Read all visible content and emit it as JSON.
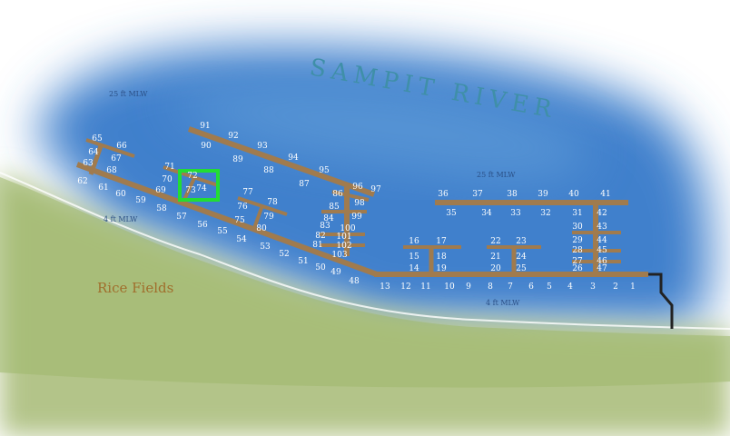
{
  "map": {
    "river_label": "SAMPIT RIVER",
    "depth_labels": {
      "upper_left": "25 ft MLW",
      "upper_right": "25 ft MLW",
      "lower_left": "4 ft MLW",
      "lower_right": "4 ft MLW"
    },
    "land_label": "Rice Fields",
    "highlighted_slip": "73",
    "colors": {
      "water": "#3f80cc",
      "land": "#b3c489",
      "dock": "#a07b4e",
      "highlight": "#22dd33"
    },
    "slips": [
      "1",
      "2",
      "3",
      "4",
      "5",
      "6",
      "7",
      "8",
      "9",
      "10",
      "11",
      "12",
      "13",
      "14",
      "15",
      "16",
      "17",
      "18",
      "19",
      "20",
      "21",
      "22",
      "23",
      "24",
      "25",
      "26",
      "27",
      "28",
      "29",
      "30",
      "31",
      "32",
      "33",
      "34",
      "35",
      "36",
      "37",
      "38",
      "39",
      "40",
      "41",
      "42",
      "43",
      "44",
      "45",
      "46",
      "47",
      "48",
      "49",
      "50",
      "51",
      "52",
      "53",
      "54",
      "55",
      "56",
      "57",
      "58",
      "59",
      "60",
      "61",
      "62",
      "63",
      "64",
      "65",
      "66",
      "67",
      "68",
      "69",
      "70",
      "71",
      "72",
      "73",
      "74",
      "75",
      "76",
      "77",
      "78",
      "79",
      "80",
      "81",
      "82",
      "83",
      "84",
      "85",
      "86",
      "87",
      "88",
      "89",
      "90",
      "91",
      "92",
      "93",
      "94",
      "95",
      "96",
      "97",
      "98",
      "99",
      "100",
      "101",
      "102",
      "103"
    ]
  }
}
